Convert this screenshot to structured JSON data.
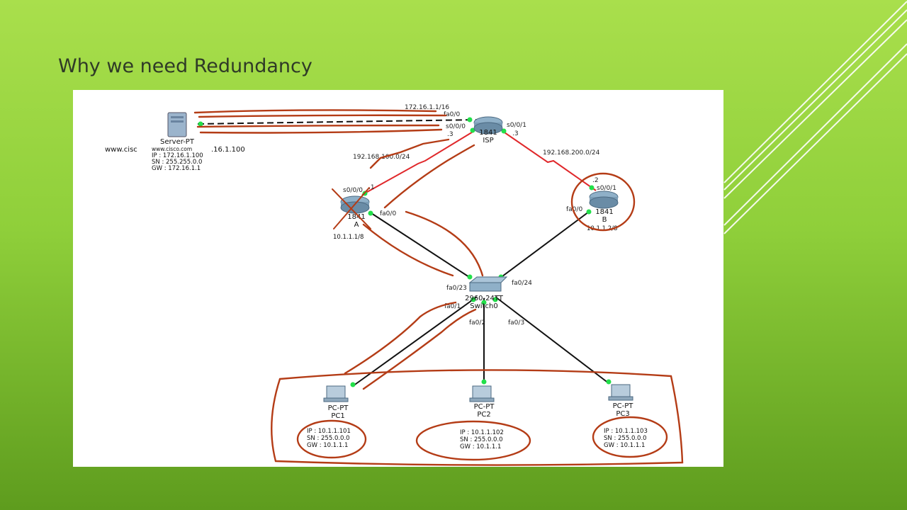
{
  "slide": {
    "title": "Why we need Redundancy"
  },
  "colors": {
    "background_top": "#a9df4c",
    "background_bottom": "#5e9c1e",
    "annotation": "#b43c16",
    "wan_link": "#e0282b",
    "link_up": "#22e04a"
  },
  "devices": {
    "server": {
      "type": "Server-PT",
      "name": "www.cisco.com",
      "ip": "IP : 172.16.1.100",
      "sn": "SN : 255.255.0.0",
      "gw": "GW : 172.16.1.1",
      "dns_label_left": "www.cisc",
      "dns_label_right": ".16.1.100"
    },
    "isp": {
      "model": "1841",
      "name": "ISP"
    },
    "router_a": {
      "model": "1841",
      "name": "A",
      "lan_ip": "10.1.1.1/8"
    },
    "router_b": {
      "model": "1841",
      "name": "B",
      "lan_ip": "10.1.1.2/8"
    },
    "switch": {
      "model": "2960-24TT",
      "name": "Switch0"
    },
    "pc1": {
      "type": "PC-PT",
      "name": "PC1",
      "ip": "IP : 10.1.1.101",
      "sn": "SN : 255.0.0.0",
      "gw": "GW : 10.1.1.1"
    },
    "pc2": {
      "type": "PC-PT",
      "name": "PC2",
      "ip": "IP : 10.1.1.102",
      "sn": "SN : 255.0.0.0",
      "gw": "GW : 10.1.1.1"
    },
    "pc3": {
      "type": "PC-PT",
      "name": "PC3",
      "ip": "IP : 10.1.1.103",
      "sn": "SN : 255.0.0.0",
      "gw": "GW : 10.1.1.1"
    }
  },
  "networks": {
    "server_net": "172.16.1.1/16",
    "isp_a_net": "192.168.100.0/24",
    "isp_b_net": "192.168.200.0/24"
  },
  "ports": {
    "isp_fa00": "fa0/0",
    "isp_s000": "s0/0/0",
    "isp_s000_host": ".3",
    "isp_s001": "s0/0/1",
    "isp_s001_host": ".3",
    "a_s000": "s0/0/0",
    "a_s000_host": ".1",
    "a_fa00": "fa0/0",
    "b_s001": "s0/0/1",
    "b_s001_host": ".2",
    "b_fa00": "fa0/0",
    "sw_fa023": "fa0/23",
    "sw_fa024": "fa0/24",
    "sw_fa01": "fa0/1",
    "sw_fa02": "fa0/2",
    "sw_fa03": "fa0/3"
  }
}
